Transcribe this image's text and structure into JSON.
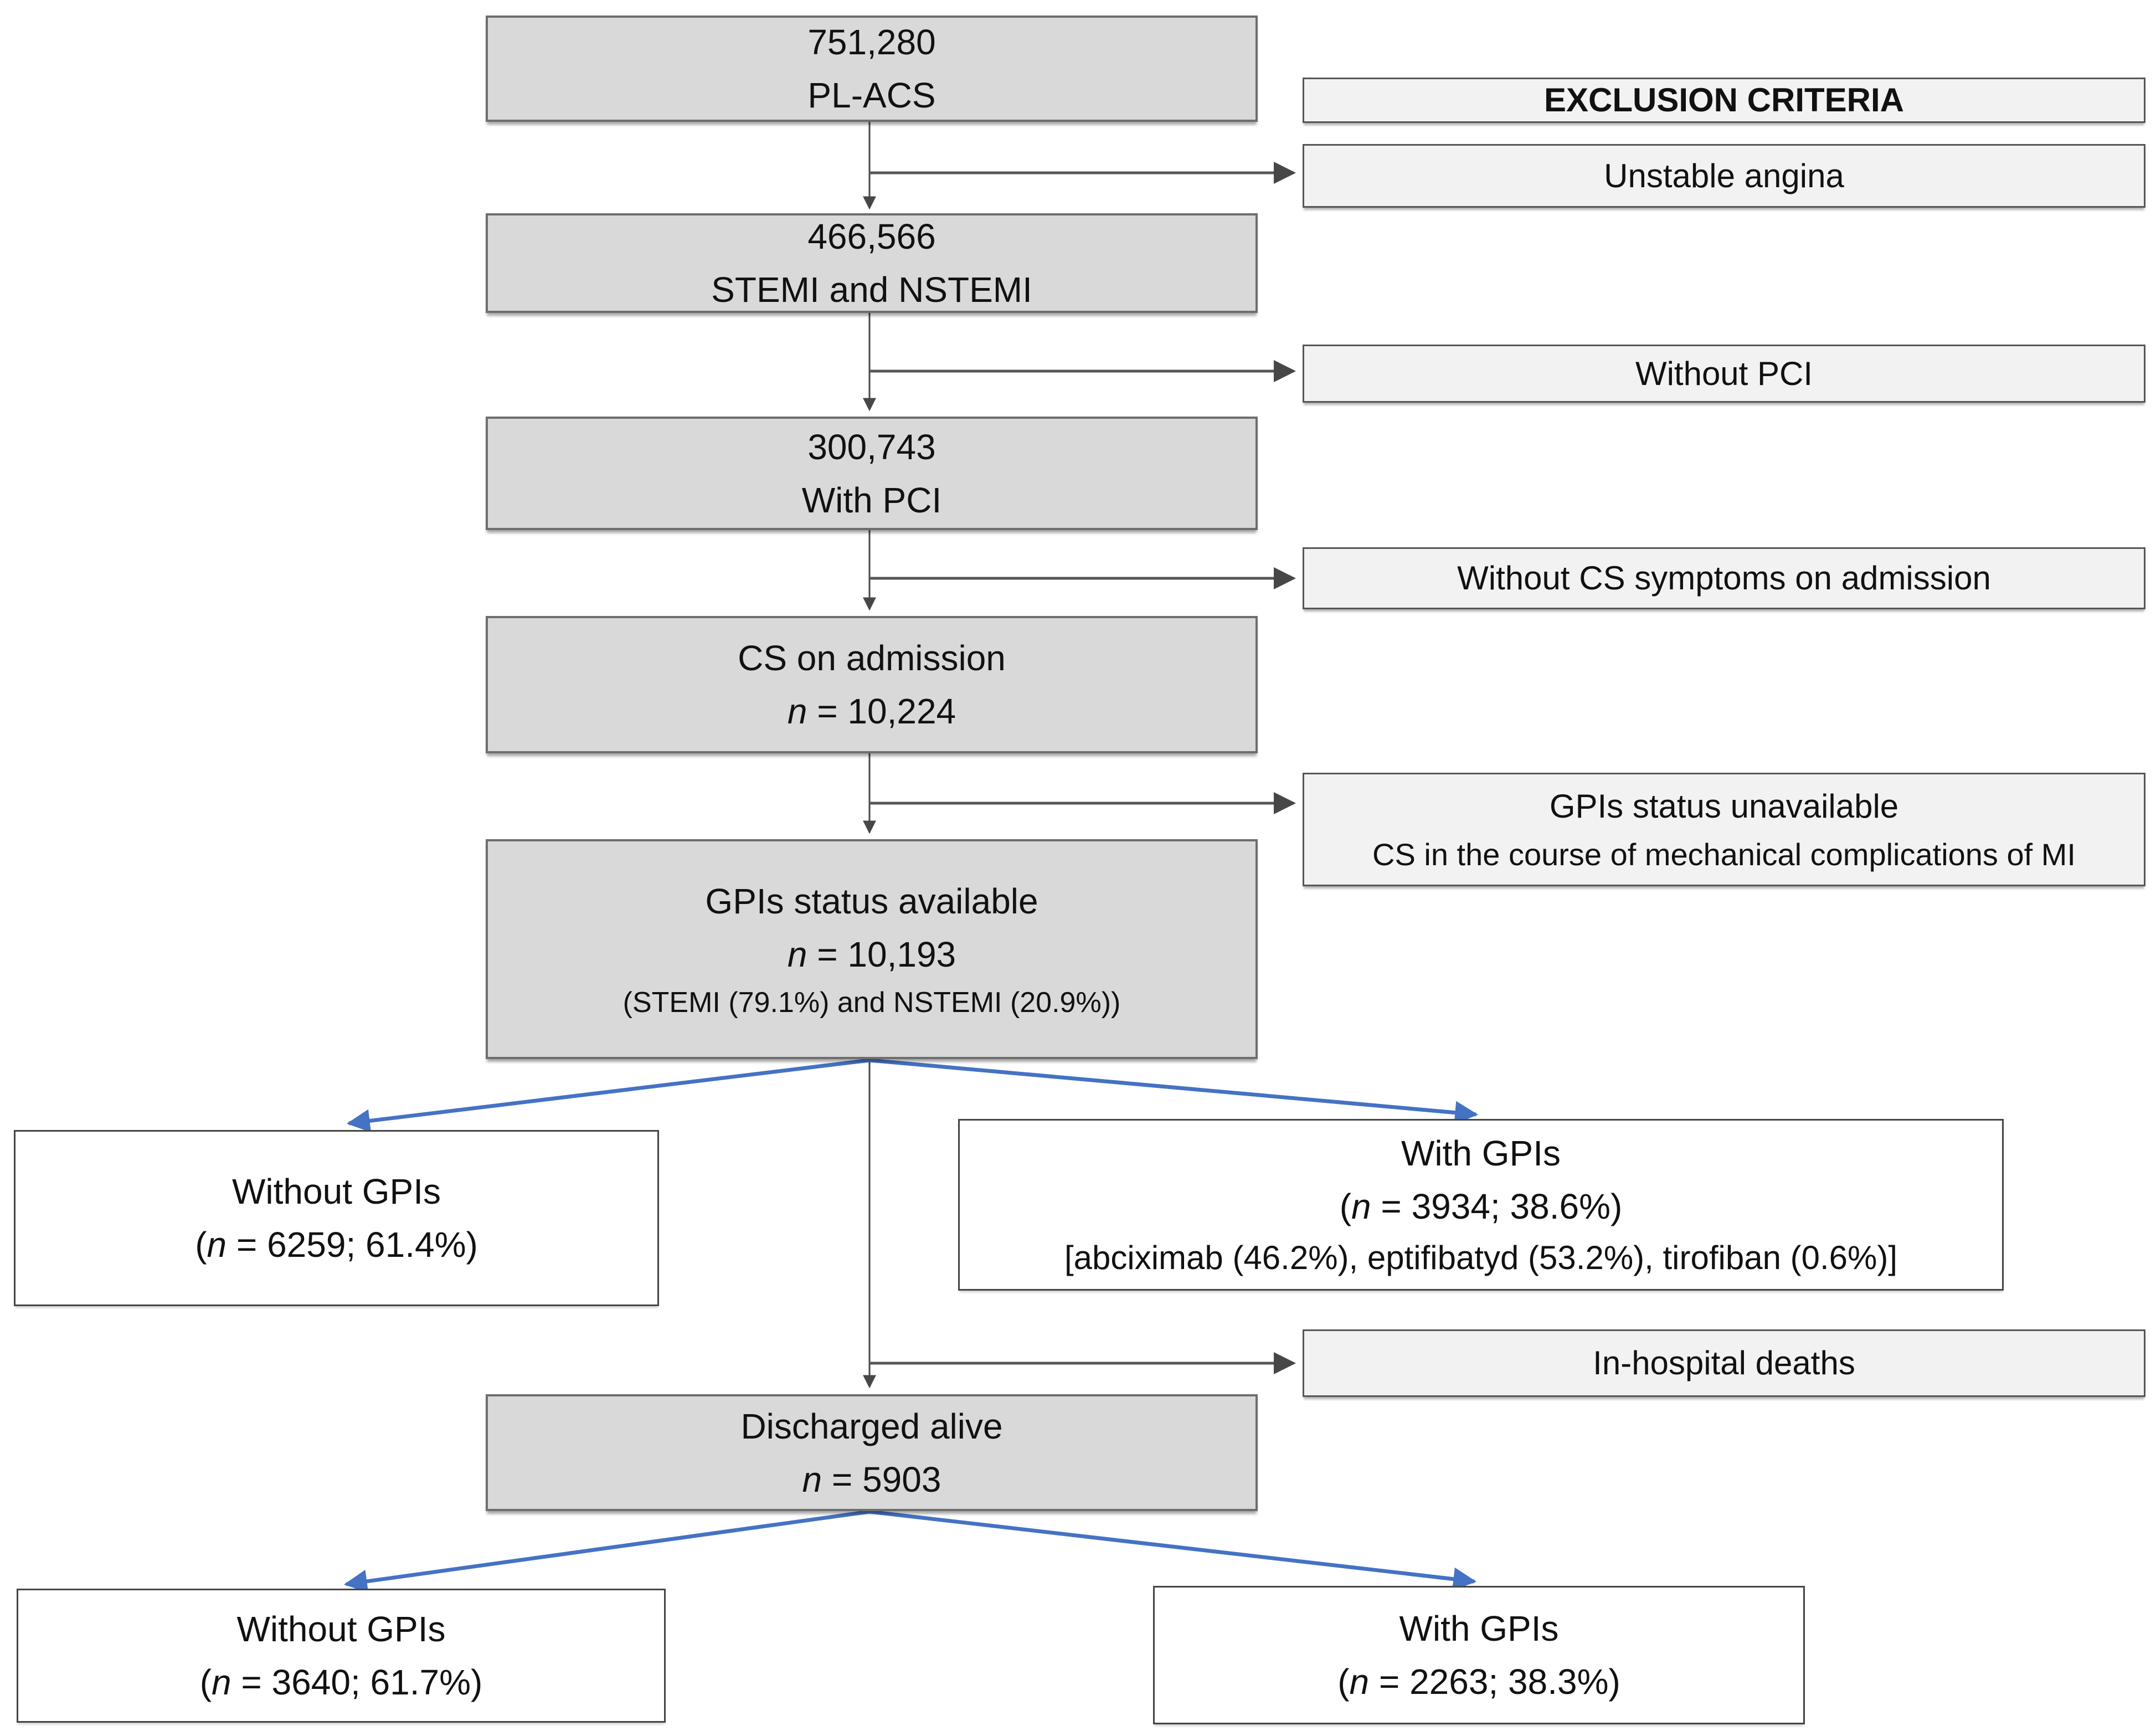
{
  "title": "Study flow diagram",
  "colors": {
    "main_box_fill": "#d9d9d9",
    "side_box_fill": "#f2f2f2",
    "white_box_fill": "#ffffff",
    "box_border": "#6e6e6e",
    "connector_line": "#474747",
    "fork_line": "#4472c4",
    "text": "#111111"
  },
  "boxes": {
    "pl_acs": {
      "line1": "751,280",
      "line2": "PL-ACS"
    },
    "exclusion_header": {
      "label": "EXCLUSION CRITERIA"
    },
    "unstable_angina": {
      "label": "Unstable angina"
    },
    "stemi_nstemi": {
      "line1": "466,566",
      "line2": "STEMI and NSTEMI"
    },
    "without_pci": {
      "label": "Without PCI"
    },
    "with_pci": {
      "line1": "300,743",
      "line2": "With PCI"
    },
    "without_cs_symptoms": {
      "label": "Without CS symptoms on admission"
    },
    "cs_on_admission": {
      "line1": "CS on admission",
      "n": {
        "pre": "",
        "mid": "n",
        "post": " = 10,224"
      }
    },
    "gpis_unavailable": {
      "line1": "GPIs status unavailable",
      "line2": "CS in the course of mechanical complications of MI"
    },
    "gpis_available": {
      "line1": "GPIs status available",
      "n": {
        "pre": "",
        "mid": "n",
        "post": " = 10,193"
      },
      "line3": "(STEMI (79.1%) and NSTEMI (20.9%))"
    },
    "without_gpis_admission": {
      "line1": "Without GPIs",
      "n": {
        "pre": "(",
        "mid": "n",
        "post": " = 6259; 61.4%)"
      }
    },
    "with_gpis_admission": {
      "line1": "With GPIs",
      "n": {
        "pre": "(",
        "mid": "n",
        "post": " = 3934; 38.6%)"
      },
      "line3": "[abciximab (46.2%), eptifibatyd (53.2%), tirofiban (0.6%)]"
    },
    "in_hospital_deaths": {
      "label": "In-hospital deaths"
    },
    "discharged_alive": {
      "line1": "Discharged alive",
      "n": {
        "pre": "",
        "mid": "n",
        "post": " = 5903"
      }
    },
    "without_gpis_discharged": {
      "line1": "Without GPIs",
      "n": {
        "pre": "(",
        "mid": "n",
        "post": " = 3640; 61.7%)"
      }
    },
    "with_gpis_discharged": {
      "line1": "With GPIs",
      "n": {
        "pre": "(",
        "mid": "n",
        "post": " = 2263; 38.3%)"
      }
    }
  }
}
